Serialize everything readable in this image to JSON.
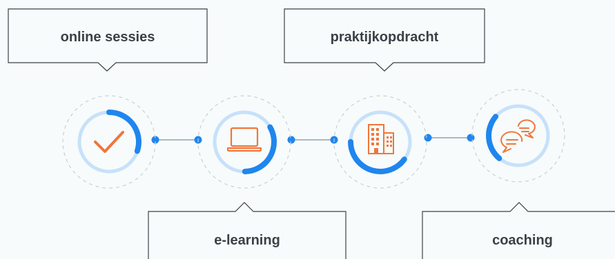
{
  "colors": {
    "background": "#f7fbfb",
    "ring_light": "#c7e1fa",
    "ring_accent": "#1f86ee",
    "dashed_ring": "#c9cfd2",
    "connector": "#aeb7bd",
    "icon_orange": "#f0763b",
    "callout_border": "#3a4147",
    "text": "#3a4147"
  },
  "steps": [
    {
      "label": "online sessies",
      "icon": "checkmark-icon",
      "progress": 0.3
    },
    {
      "label": "e-learning",
      "icon": "laptop-icon",
      "progress": 0.33
    },
    {
      "label": "praktijkopdracht",
      "icon": "office-building-icon",
      "progress": 0.4
    },
    {
      "label": "coaching",
      "icon": "chat-bubbles-icon",
      "progress": 0.25
    }
  ]
}
